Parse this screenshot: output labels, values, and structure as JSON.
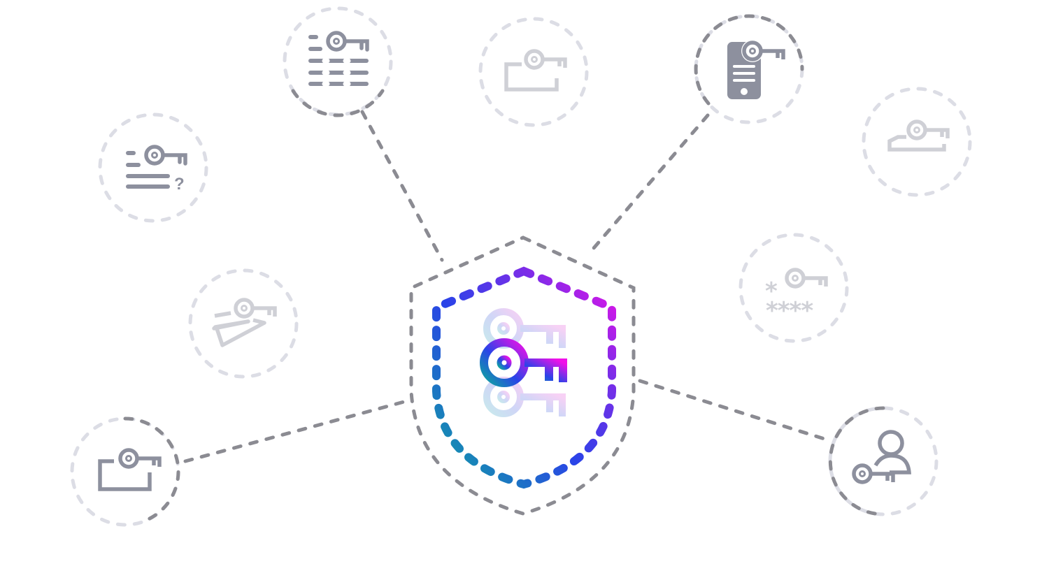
{
  "colors": {
    "connector": "#8b8b92",
    "ring_dark": "#8b8b92",
    "ring_light": "#dcdde5",
    "icon_dark": "#8d909e",
    "icon_light": "#cfd0d6",
    "gradient_start": "#0fa6a0",
    "gradient_mid": "#2a43e8",
    "gradient_end": "#f010e8"
  },
  "nodes": [
    {
      "id": "key-list",
      "icon": "key-list-icon",
      "state": "active"
    },
    {
      "id": "key-folder-top",
      "icon": "key-folder-icon",
      "state": "inactive"
    },
    {
      "id": "mobile-key",
      "icon": "mobile-key-icon",
      "state": "active"
    },
    {
      "id": "key-hand",
      "icon": "key-hand-icon",
      "state": "inactive"
    },
    {
      "id": "forgot-key",
      "icon": "forgot-password-key-icon",
      "state": "inactive"
    },
    {
      "id": "key-cards",
      "icon": "key-cards-icon",
      "state": "inactive"
    },
    {
      "id": "password-key",
      "icon": "password-key-icon",
      "state": "inactive"
    },
    {
      "id": "key-folder-bottom",
      "icon": "key-folder-icon",
      "state": "active"
    },
    {
      "id": "user-key",
      "icon": "user-key-icon",
      "state": "active"
    }
  ],
  "center": {
    "icon": "shield-key-icon"
  },
  "labels": {
    "question_mark": "?",
    "asterisk_top": "*",
    "asterisks_row": "****"
  }
}
